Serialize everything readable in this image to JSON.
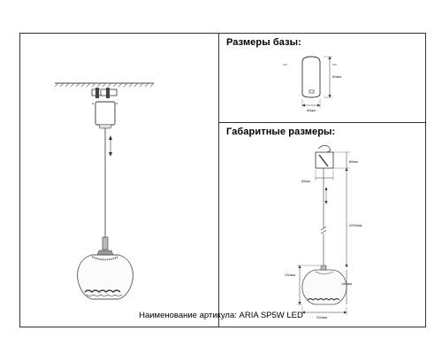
{
  "base_section": {
    "title": "Размеры базы:",
    "width_label": "65мм",
    "height_label": "80мм"
  },
  "overall_section": {
    "title": "Габаритные размеры:",
    "base_height_label": "80мм",
    "base_width_label": "65мм",
    "cable_label": "2000мм",
    "shade_height_label": "230мм",
    "shade_inner_label": "150мм",
    "shade_width_label": "200мм"
  },
  "caption": "Наименование артикула: ARIA SP5W LED"
}
